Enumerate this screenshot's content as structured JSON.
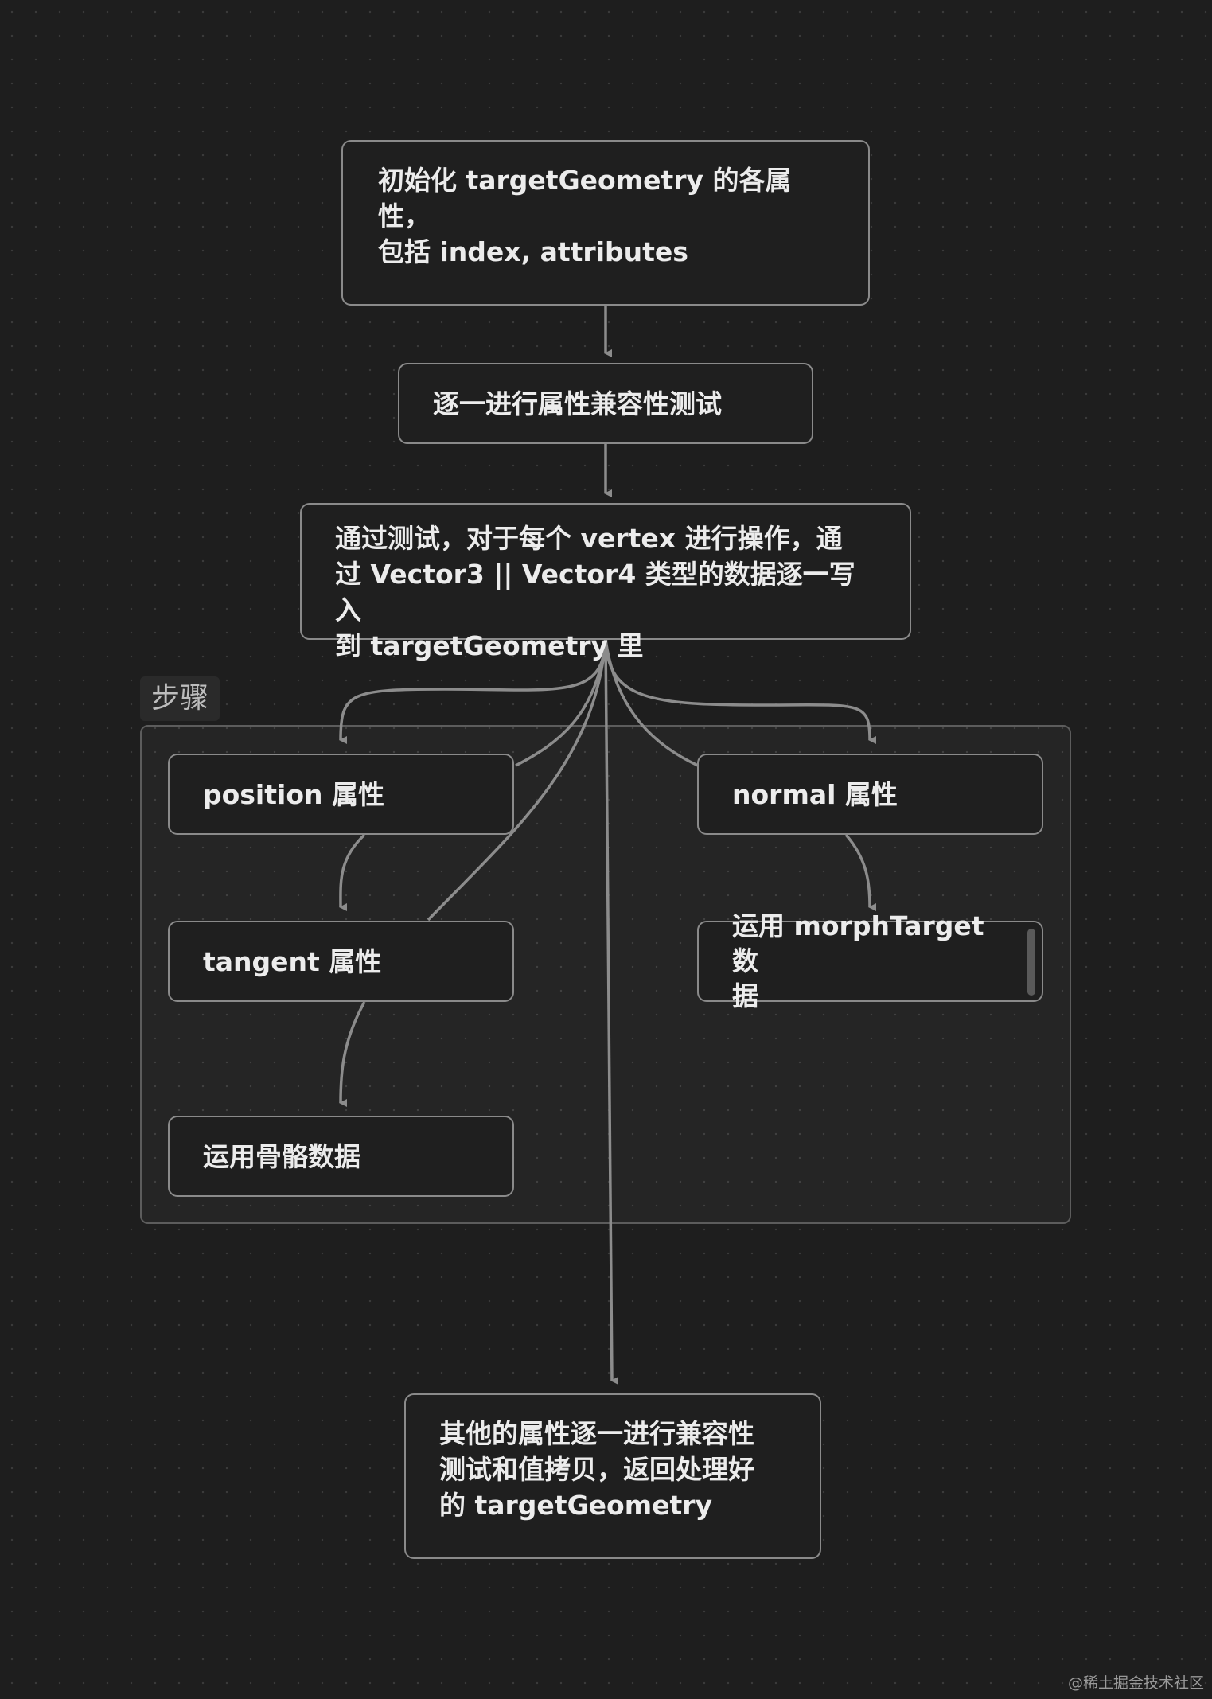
{
  "diagram": {
    "nodes": {
      "init": "初始化 targetGeometry 的各属性，\n包括 index, attributes",
      "compat_test": "逐一进行属性兼容性测试",
      "vertex_op": "通过测试，对于每个 vertex 进行操作，通\n过 Vector3 || Vector4 类型的数据逐一写入\n到 targetGeometry 里",
      "position": "position 属性",
      "normal": "normal 属性",
      "tangent": "tangent 属性",
      "morph": "运用 morphTarget 数\n据",
      "skin": "运用骨骼数据",
      "final": "其他的属性逐一进行兼容性\n测试和值拷贝，返回处理好\n的 targetGeometry"
    },
    "group_label": "步骤",
    "colors": {
      "background": "#1e1e1e",
      "node_border": "#8a8a8a",
      "edge": "#8c8c8c",
      "text": "#ececec"
    }
  },
  "watermark": "@稀土掘金技术社区"
}
